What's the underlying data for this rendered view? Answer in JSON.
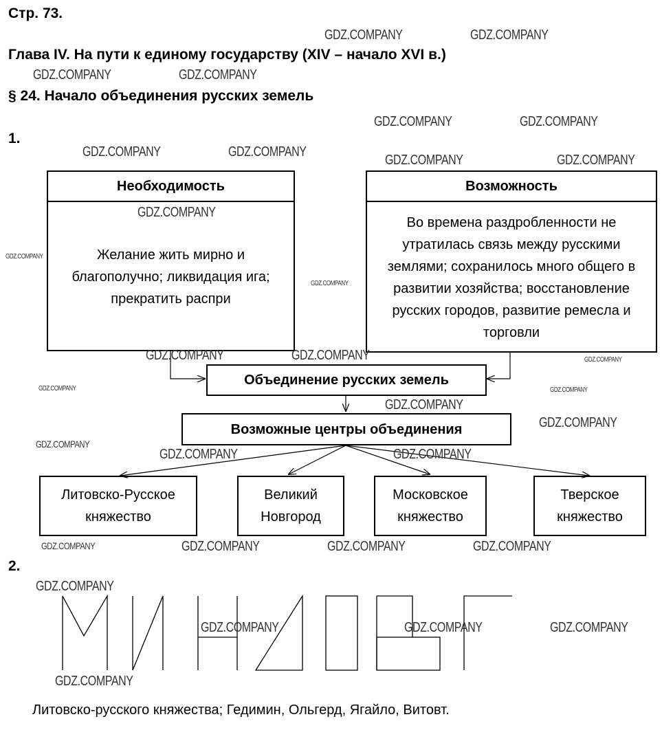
{
  "page_label": "Стр. 73.",
  "chapter": "Глава IV. На пути к единому государству (XIV – начало XVI в.)",
  "section": "§ 24. Начало объединения русских земель",
  "task1": {
    "number": "1.",
    "necessity": {
      "title": "Необходимость",
      "text": "Желание жить мирно и благополучно; ликвидация ига; прекратить распри"
    },
    "possibility": {
      "title": "Возможность",
      "text": "Во времена раздробленности не утратилась связь между русскими землями; сохранилось много общего в развитии хозяйства; восстановление русских городов, развитие ремесла и торговли"
    },
    "unification": "Объединение русских земель",
    "centers_title": "Возможные центры объединения",
    "centers": [
      "Литовско-Русское княжество",
      "Великий Новгород",
      "Московское княжество",
      "Тверское княжество"
    ]
  },
  "task2": {
    "number": "2.",
    "answer": "Литовско-русского княжества; Гедимин, Ольгерд, Ягайло, Витовт."
  },
  "watermark": "GDZ.COMPANY"
}
